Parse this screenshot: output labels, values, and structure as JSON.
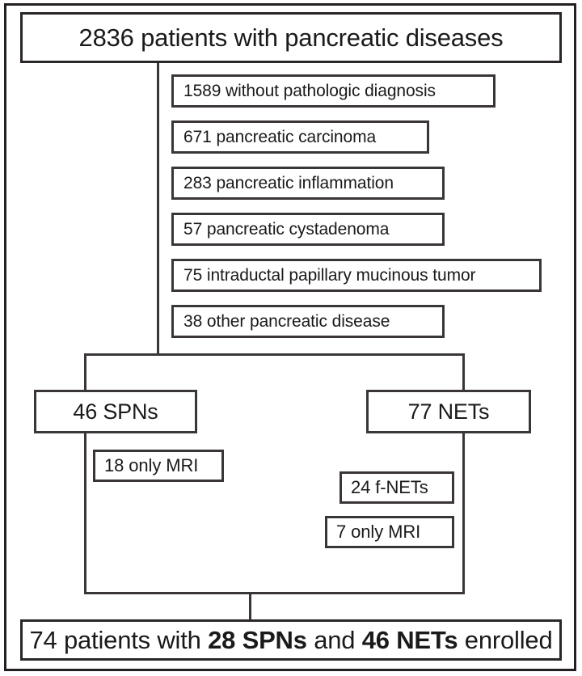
{
  "figure": {
    "type": "patient-enrollment-flowchart",
    "top_node": {
      "label": "2836 patients with pancreatic diseases",
      "count": 2836
    },
    "exclusions": [
      {
        "label": "1589 without pathologic diagnosis",
        "count": 1589
      },
      {
        "label": "671 pancreatic carcinoma",
        "count": 671
      },
      {
        "label": "283 pancreatic inflammation",
        "count": 283
      },
      {
        "label": "57 pancreatic cystadenoma",
        "count": 57
      },
      {
        "label": "75 intraductal papillary mucinous tumor",
        "count": 75
      },
      {
        "label": "38 other pancreatic disease",
        "count": 38
      }
    ],
    "branches": [
      {
        "label": "46 SPNs",
        "count": 46,
        "exclusions": [
          {
            "label": "18 only MRI",
            "count": 18
          }
        ]
      },
      {
        "label": "77 NETs",
        "count": 77,
        "exclusions": [
          {
            "label": "24 f-NETs",
            "count": 24
          },
          {
            "label": "7 only MRI",
            "count": 7
          }
        ]
      }
    ],
    "final_node": {
      "prefix": "74 patients with ",
      "bold_1": "28 SPNs",
      "middle": " and ",
      "bold_2": "46 NETs",
      "suffix": " enrolled"
    },
    "colors": {
      "line": "#3a3637",
      "frame": "#231f20",
      "text": "#1a1a1a",
      "background": "#ffffff"
    }
  }
}
